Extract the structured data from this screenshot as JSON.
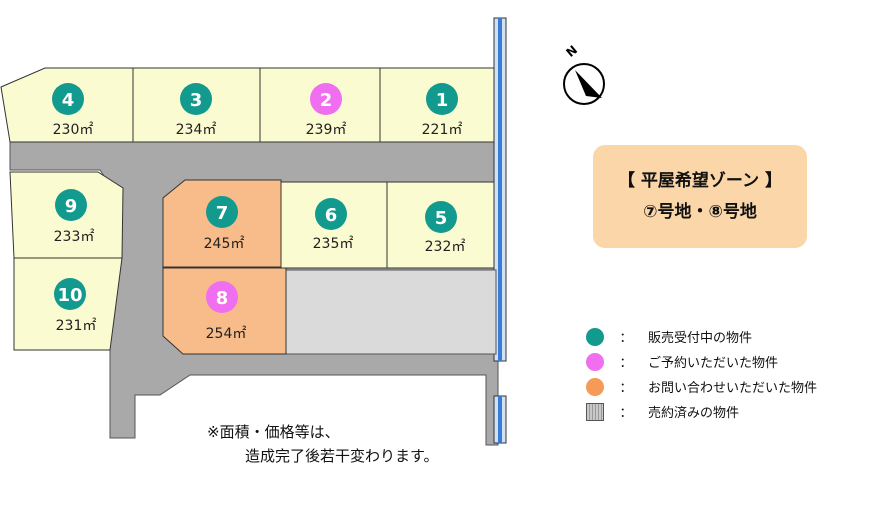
{
  "map": {
    "lots": [
      {
        "id": "4",
        "area": "230㎡",
        "status": "available"
      },
      {
        "id": "3",
        "area": "234㎡",
        "status": "available"
      },
      {
        "id": "2",
        "area": "239㎡",
        "status": "reserved"
      },
      {
        "id": "1",
        "area": "221㎡",
        "status": "available"
      },
      {
        "id": "9",
        "area": "233㎡",
        "status": "available"
      },
      {
        "id": "7",
        "area": "245㎡",
        "status": "inquired"
      },
      {
        "id": "6",
        "area": "235㎡",
        "status": "available"
      },
      {
        "id": "5",
        "area": "232㎡",
        "status": "available"
      },
      {
        "id": "10",
        "area": "231㎡",
        "status": "available"
      },
      {
        "id": "8",
        "area": "254㎡",
        "status": "reserved"
      }
    ],
    "compass_label": "N"
  },
  "zone": {
    "title": "【 平屋希望ゾーン 】",
    "lots_text": "⑦号地・⑧号地"
  },
  "legend": {
    "colon": "：",
    "items": [
      {
        "label": "販売受付中の物件",
        "color": "#139a8e"
      },
      {
        "label": "ご予約いただいた物件",
        "color": "#f06ef0"
      },
      {
        "label": "お問い合わせいただいた物件",
        "color": "#f59b57"
      },
      {
        "label": "売約済みの物件",
        "color": "#bbbbbb"
      }
    ]
  },
  "note": {
    "line1": "※面積・価格等は、",
    "line2": "造成完了後若干変わります。"
  },
  "colors": {
    "lot_fill": "#fbfbd2",
    "lot_orange": "#f8bc8a",
    "road": "#a9a9a9",
    "sold_lot": "#dadada",
    "river": "#3a7bd5",
    "available_badge": "#139a8e",
    "reserved_badge": "#f06ef0"
  }
}
